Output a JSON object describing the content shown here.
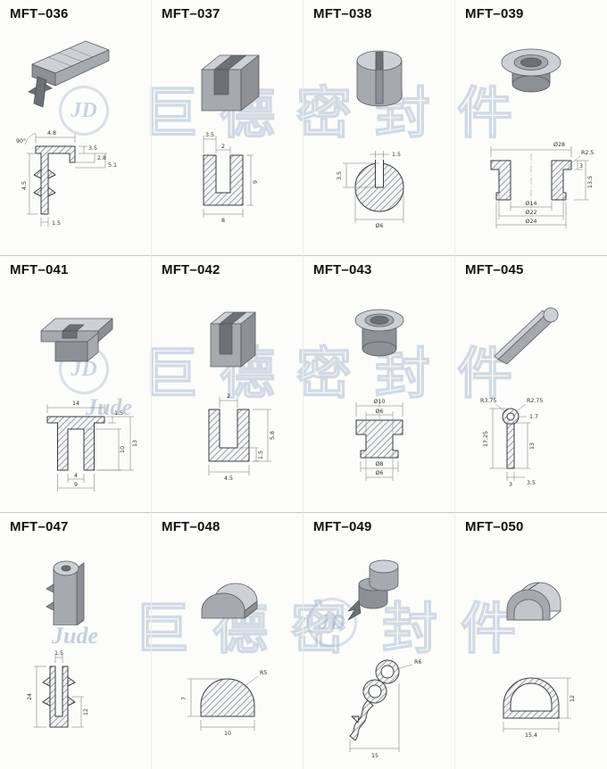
{
  "page": {
    "background": "#fcfcfa",
    "watermark": {
      "chars": [
        "巨",
        "德",
        "密",
        "封",
        "件"
      ],
      "logo_monogram": "JD",
      "logo_script": "Jude"
    }
  },
  "cells": [
    {
      "title": "MFT–036",
      "dims": [
        "90°",
        "4.8",
        "3.5",
        "2.8",
        "5.1",
        "4.5",
        "1.5"
      ]
    },
    {
      "title": "MFT–037",
      "dims": [
        "3.5",
        "2",
        "8",
        "9"
      ]
    },
    {
      "title": "MFT–038",
      "dims": [
        "1.5",
        "3.5",
        "Ø6"
      ]
    },
    {
      "title": "MFT–039",
      "dims": [
        "Ø28",
        "R2.5",
        "13.5",
        "3",
        "Ø14",
        "Ø22",
        "Ø24"
      ]
    },
    {
      "title": "MFT–041",
      "dims": [
        "14",
        "1.5",
        "10",
        "13",
        "4",
        "9"
      ]
    },
    {
      "title": "MFT–042",
      "dims": [
        "2",
        "5.8",
        "1.5",
        "4.5"
      ]
    },
    {
      "title": "MFT–043",
      "dims": [
        "Ø10",
        "Ø6",
        "Ø8",
        "Ø6"
      ]
    },
    {
      "title": "MFT–045",
      "dims": [
        "R3.75",
        "R2.75",
        "1.7",
        "17.25",
        "13",
        "3",
        "3.5"
      ]
    },
    {
      "title": "MFT–047",
      "dims": [
        "1.5",
        "24",
        "12"
      ]
    },
    {
      "title": "MFT–048",
      "dims": [
        "R5",
        "7",
        "10"
      ]
    },
    {
      "title": "MFT–049",
      "dims": [
        "R6",
        "15"
      ]
    },
    {
      "title": "MFT–050",
      "dims": [
        "12",
        "15.4"
      ]
    }
  ]
}
